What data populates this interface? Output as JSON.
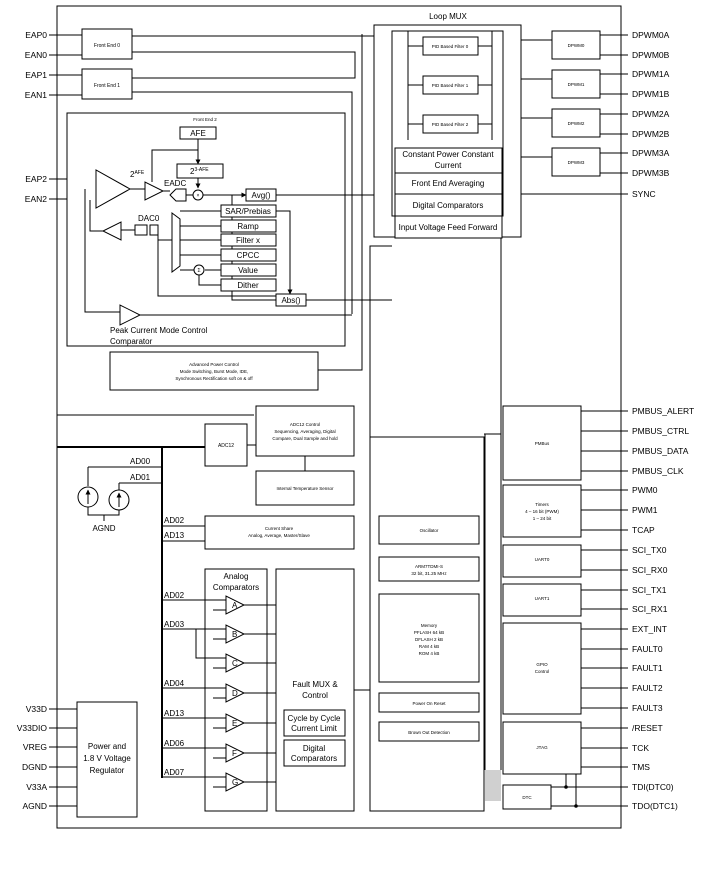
{
  "pins_left": [
    "EAP0",
    "EAN0",
    "EAP1",
    "EAN1",
    "EAP2",
    "EAN2",
    "V33D",
    "V33DIO",
    "VREG",
    "DGND",
    "V33A",
    "AGND"
  ],
  "pins_right_top": [
    "DPWM0A",
    "DPWM0B",
    "DPWM1A",
    "DPWM1B",
    "DPWM2A",
    "DPWM2B",
    "DPWM3A",
    "DPWM3B",
    "SYNC"
  ],
  "pins_right_bottom": [
    "PMBUS_ALERT",
    "PMBUS_CTRL",
    "PMBUS_DATA",
    "PMBUS_CLK",
    "PWM0",
    "PWM1",
    "TCAP",
    "SCI_TX0",
    "SCI_RX0",
    "SCI_TX1",
    "SCI_RX1",
    "EXT_INT",
    "FAULT0",
    "FAULT1",
    "FAULT2",
    "FAULT3",
    "/RESET",
    "TCK",
    "TMS",
    "TDI(DTC0)",
    "TDO(DTC1)"
  ],
  "loop_mux": {
    "title": "Loop MUX",
    "pid": [
      "PID Based Filter 0",
      "PID Based Filter 1",
      "PID Based Filter 2"
    ],
    "dpwm": [
      "DPWM0",
      "DPWM1",
      "DPWM2",
      "DPWM3"
    ],
    "features": [
      "Constant Power Constant",
      "Current",
      "Front End Averaging",
      "Digital Comparators",
      "Input Voltage Feed Forward"
    ]
  },
  "front_end": {
    "fe0": "Front End 0",
    "fe1": "Front End 1",
    "fe2": "Front End 2",
    "afe": "AFE",
    "afe_exp": "2",
    "afe_exp_sup": "AFE",
    "afe_inv": "2",
    "afe_inv_sup": "3-AFE",
    "eadc": "EADC",
    "dac": "DAC0",
    "blocks": [
      "Avg()",
      "SAR/Prebias",
      "Ramp",
      "Filter x",
      "CPCC",
      "Value",
      "Dither",
      "Abs()"
    ],
    "peak": [
      "Peak Current Mode Control",
      "Comparator"
    ]
  },
  "apc": [
    "Advanced Power Control",
    "Mode Switching, Burst Mode, IDE,",
    "Synchronous Rectification soft on & off"
  ],
  "adc12": {
    "label": "ADC12",
    "control": [
      "ADC12 Control",
      "Sequencing, Averaging, Digital",
      "Compare, Dual Sample and hold"
    ],
    "temp": "Internal Temperature Sensor",
    "share": [
      "Current Share",
      "Analog, Average, Master/Slave"
    ]
  },
  "ad_labels": {
    "ad00": "AD00",
    "ad01": "AD01",
    "ad02a": "AD02",
    "ad13a": "AD13",
    "ad02b": "AD02",
    "ad03": "AD03",
    "ad04": "AD04",
    "ad13b": "AD13",
    "ad06": "AD06",
    "ad07": "AD07",
    "agnd": "AGND"
  },
  "analog_comp": {
    "title": [
      "Analog",
      "Comparators"
    ],
    "letters": [
      "A",
      "B",
      "C",
      "D",
      "E",
      "F",
      "G"
    ]
  },
  "fault_mux": [
    "Fault MUX &",
    "Control"
  ],
  "cycle": [
    "Cycle by Cycle",
    "Current Limit"
  ],
  "dig_comp": [
    "Digital",
    "Comparators"
  ],
  "power": [
    "Power and",
    "1.8 V Voltage",
    "Regulator"
  ],
  "center": {
    "osc": "Oscillator",
    "arm": [
      "ARM7TDMI-S",
      "32 bit, 31.25 MHz"
    ],
    "memory": [
      "Memory",
      "PFLASH 64 kB",
      "DFLASH 2 kB",
      "RAM 4 kB",
      "ROM 4 kB"
    ],
    "por": "Power On Reset",
    "bod": "Brown Out Detection"
  },
  "periph": {
    "pmbus": "PMBus",
    "timers": [
      "Timers",
      "4 – 16 bit (PWM)",
      "1 – 24 bit"
    ],
    "uart0": "UART0",
    "uart1": "UART1",
    "gpio": [
      "GPIO",
      "Control"
    ],
    "jtag": "JTAG",
    "dtc": "DTC"
  }
}
